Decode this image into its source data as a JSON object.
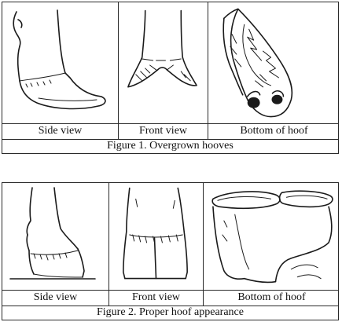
{
  "figure1": {
    "labels": [
      "Side view",
      "Front view",
      "Bottom of hoof"
    ],
    "caption": "Figure 1. Overgrown hooves"
  },
  "figure2": {
    "labels": [
      "Side view",
      "Front view",
      "Bottom of hoof"
    ],
    "caption": "Figure 2. Proper hoof appearance"
  },
  "colors": {
    "line": "#1a1a1a",
    "background": "#ffffff"
  }
}
